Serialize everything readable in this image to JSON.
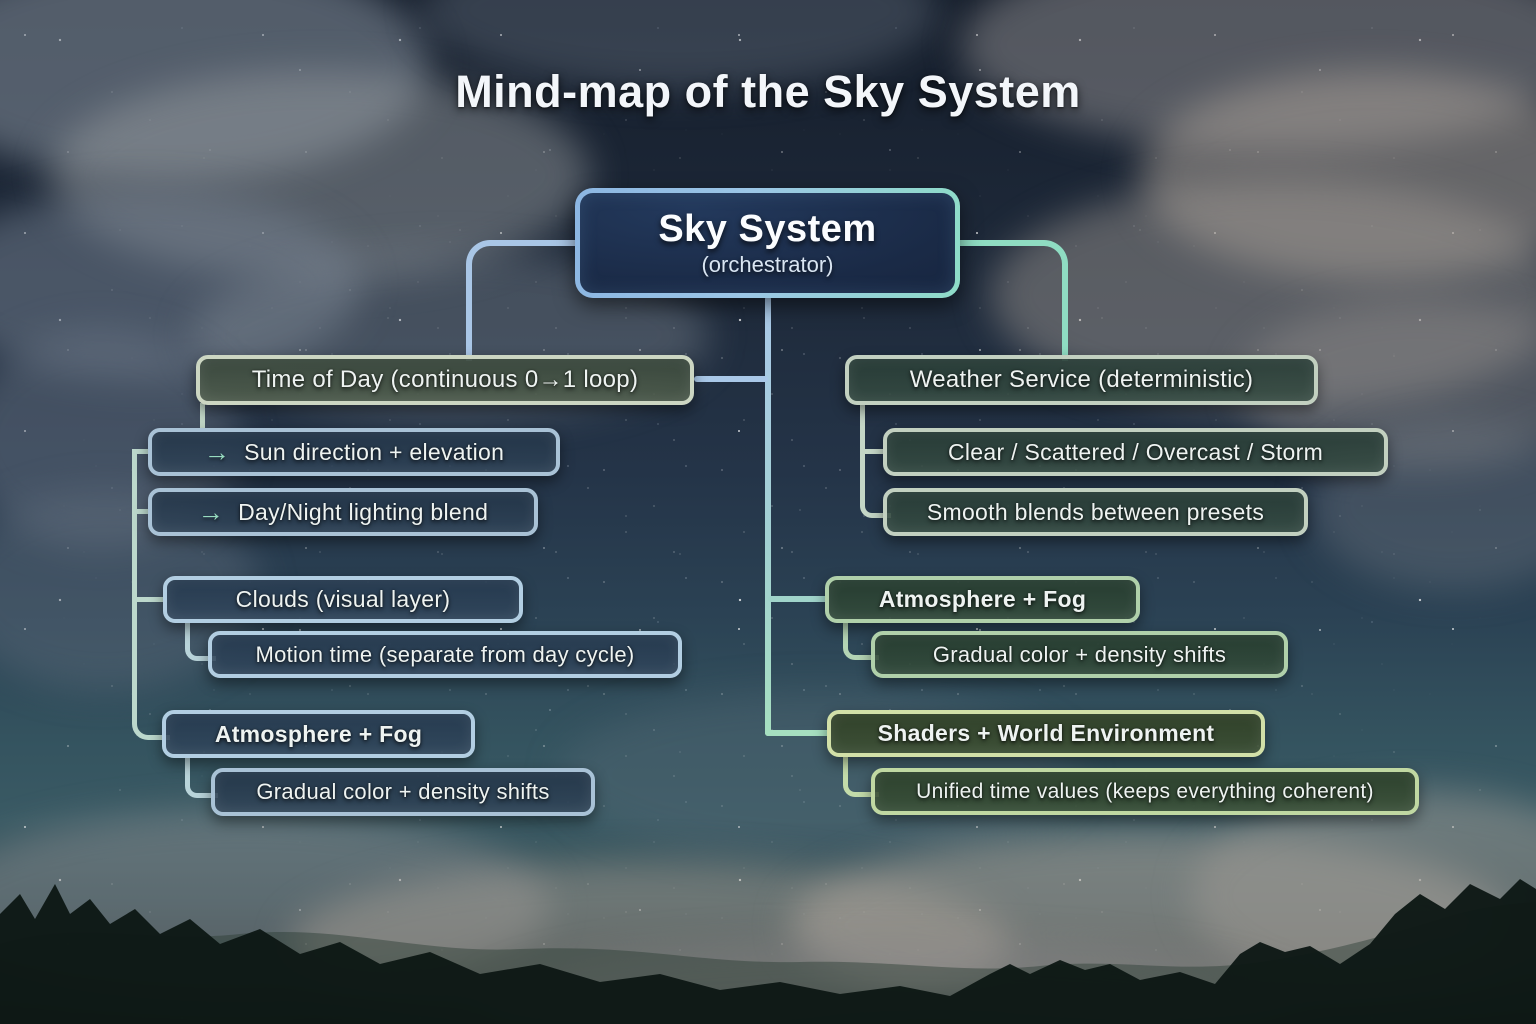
{
  "title": "Mind-map of the Sky System",
  "root": {
    "title": "Sky System",
    "subtitle": "(orchestrator)"
  },
  "arrow_glyph": "→",
  "nodes": {
    "time_of_day": {
      "label": "Time of Day (continuous 0→1 loop)"
    },
    "sun_direction": {
      "label": "Sun direction + elevation"
    },
    "day_night": {
      "label": "Day/Night lighting blend"
    },
    "clouds": {
      "label": "Clouds (visual layer)"
    },
    "motion_time": {
      "label": "Motion time (separate from day cycle)"
    },
    "atmosphere_left": {
      "label": "Atmosphere + Fog"
    },
    "gradual_left": {
      "label": "Gradual color + density shifts"
    },
    "weather": {
      "label": "Weather Service (deterministic)"
    },
    "weather_presets": {
      "label": "Clear / Scattered / Overcast / Storm"
    },
    "smooth_blends": {
      "label": "Smooth blends between presets"
    },
    "atmosphere_right": {
      "label": "Atmosphere + Fog"
    },
    "gradual_right": {
      "label": "Gradual color + density shifts"
    },
    "shaders": {
      "label": "Shaders + World Environment"
    },
    "unified": {
      "label": "Unified time values (keeps everything coherent)"
    }
  },
  "colors": {
    "root_fill": "#1a2a46",
    "root_border_left": "#8cb6e2",
    "root_border_right": "#8edcc8",
    "connector_blue": "#a9c6e6",
    "connector_teal": "#8fdcc2",
    "rail_pale_green": "#bcd8cc",
    "sage_border": "#ccd6c2",
    "blue_border": "#a9c2d6",
    "green_border": "#c2d0c0",
    "lime_border": "#d2e0a8",
    "arrow_color": "#97dcc0",
    "title_color": "#f3f6fa"
  }
}
